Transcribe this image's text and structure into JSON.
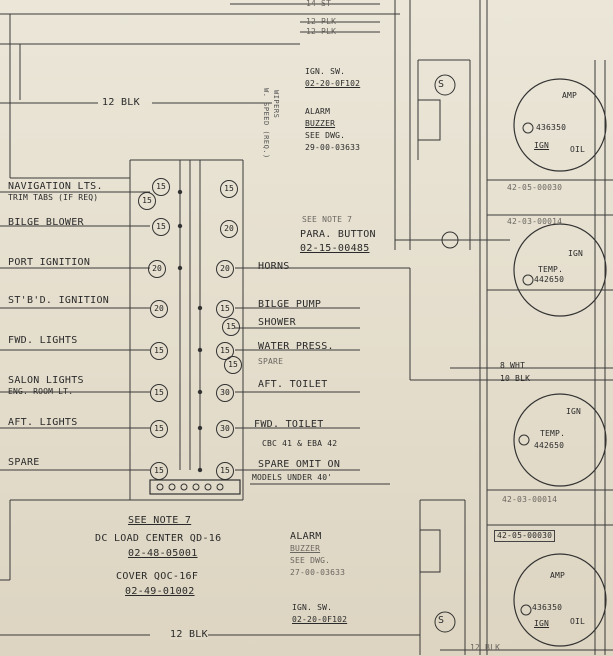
{
  "wire_colors": {
    "top1": "14 ST",
    "top2": "12 PLK",
    "top3": "12 PLK",
    "blk_top": "12 BLK",
    "blk_bottom": "12 BLK",
    "wht": "8 WHT",
    "blk_right": "10 BLK",
    "blk_br": "12 BLK"
  },
  "ign_switch_top": {
    "title": "IGN. SW.",
    "part": "02-20-0F102"
  },
  "alarm_buzzer_top": {
    "title": "ALARM",
    "sub": "BUZZER",
    "see": "SEE DWG.",
    "dwg": "29-00-03633"
  },
  "note_parallel": {
    "note": "SEE NOTE 7",
    "title": "PARA. BUTTON",
    "part": "02-15-00485"
  },
  "side_label": "WIPERS",
  "side_label_2": "W. SPEED (REQ.)",
  "left_circuits": [
    {
      "label": "NAVIGATION LTS.",
      "amp": "15"
    },
    {
      "label": "TRIM TABS (IF REQ)",
      "amp": "15"
    },
    {
      "label": "BILGE BLOWER",
      "amp": "15"
    },
    {
      "label": "PORT IGNITION",
      "amp": "20"
    },
    {
      "label": "ST'B'D. IGNITION",
      "amp": "20"
    },
    {
      "label": "FWD. LIGHTS",
      "amp": "15"
    },
    {
      "label": "SALON LIGHTS",
      "amp": "15"
    },
    {
      "label": "ENG. ROOM LT.",
      "amp": ""
    },
    {
      "label": "AFT. LIGHTS",
      "amp": "15"
    },
    {
      "label": "SPARE",
      "amp": "15"
    }
  ],
  "right_circuits": [
    {
      "label": "",
      "amp": "15"
    },
    {
      "label": "",
      "amp": "20"
    },
    {
      "label": "HORNS",
      "amp": "20"
    },
    {
      "label": "BILGE PUMP",
      "amp": "15"
    },
    {
      "label": "SHOWER",
      "amp": "15"
    },
    {
      "label": "WATER PRESS.",
      "amp": "15"
    },
    {
      "label": "SPARE",
      "amp": "15"
    },
    {
      "label": "AFT. TOILET",
      "amp": "30"
    },
    {
      "label": "FWD. TOILET",
      "amp": "30"
    },
    {
      "label": "CBC 41 & EBA 42",
      "amp": ""
    },
    {
      "label": "SPARE OMIT ON",
      "amp": "15"
    },
    {
      "label": "MODELS UNDER 40'",
      "amp": ""
    }
  ],
  "load_center": {
    "note": "SEE NOTE 7",
    "title": "DC LOAD CENTER QD-16",
    "part": "02-48-05001",
    "cover": "COVER QOC-16F",
    "cover_part": "02-49-01002"
  },
  "alarm_buzzer_bottom": {
    "title": "ALARM",
    "sub": "BUZZER",
    "see": "SEE DWG.",
    "dwg": "27-00-03633"
  },
  "ign_switch_bottom": {
    "title": "IGN. SW.",
    "part": "02-20-0F102"
  },
  "gauges": [
    {
      "top": "AMP",
      "part": "436350",
      "bottom": "IGN",
      "bottom2": "OIL",
      "ref": "42-05-00030"
    },
    {
      "top": "IGN",
      "part": "442650",
      "bottom": "TEMP.",
      "ref": "42-03-00014"
    },
    {
      "top": "IGN",
      "part": "442650",
      "bottom": "TEMP.",
      "ref": "42-03-00014"
    },
    {
      "top": "AMP",
      "part": "436350",
      "bottom": "IGN",
      "bottom2": "OIL",
      "ref": "42-05-00030"
    }
  ],
  "switch_mark": "S"
}
